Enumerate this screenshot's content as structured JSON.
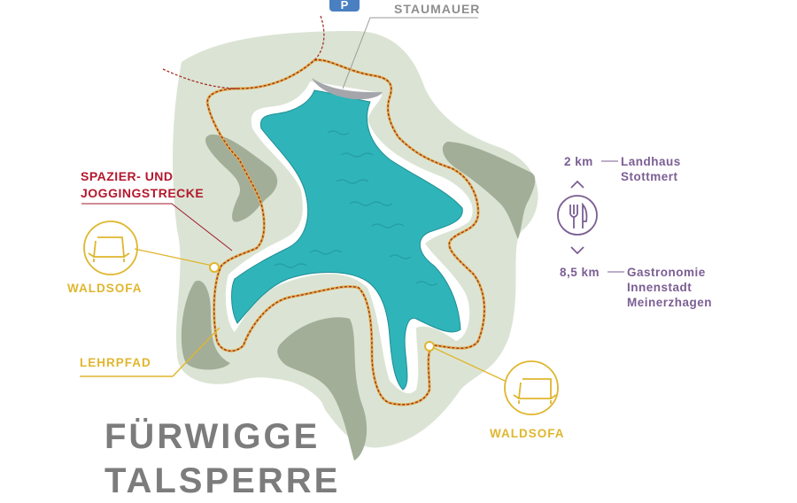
{
  "title": {
    "line1": "FÜRWIGGE",
    "line2": "TALSPERRE"
  },
  "parking": {
    "label": "P",
    "icon": "parking-icon",
    "color": "#4a7fc1"
  },
  "labels": {
    "staumauer": "STAUMAUER",
    "trail_line1": "SPAZIER- UND",
    "trail_line2": "JOGGINGSTRECKE",
    "waldsofa_left": "WALDSOFA",
    "waldsofa_right": "WALDSOFA",
    "lehrpfad": "LEHRPFAD"
  },
  "dining": {
    "icon": "fork-knife-icon",
    "near": {
      "distance": "2 km",
      "name_line1": "Landhaus",
      "name_line2": "Stottmert"
    },
    "far": {
      "distance": "8,5 km",
      "name_line1": "Gastronomie",
      "name_line2": "Innenstadt",
      "name_line3": "Meinerzhagen"
    }
  },
  "colors": {
    "water": "#2fb4b9",
    "land_light": "#dbe4d4",
    "forest": "#a3ae99",
    "trail": "#e2b04a",
    "trail_dash": "#a33428",
    "label_red": "#b4182d",
    "label_yellow": "#e0b62d",
    "label_purple": "#7b5e93",
    "title_gray": "#7c7c7c"
  }
}
